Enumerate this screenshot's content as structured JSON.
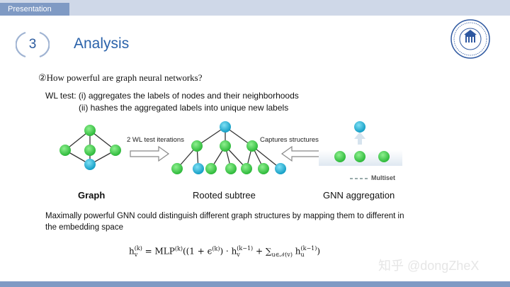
{
  "header": {
    "tab": "Presentation"
  },
  "section": {
    "number": "3",
    "title": "Analysis"
  },
  "question": "②How powerful are graph neural networks?",
  "wl_test": {
    "line1": "WL test: (i) aggregates the labels of nodes and their neighborhoods",
    "line2": "(ii) hashes the aggregated labels into unique new labels"
  },
  "diagram": {
    "arrow_left_label": "2 WL test iterations",
    "arrow_right_label": "Captures structures",
    "multiset_label": "Multiset",
    "captions": {
      "graph": "Graph",
      "rooted": "Rooted subtree",
      "gnn": "GNN aggregation"
    },
    "colors": {
      "green": "#3cc84a",
      "cyan": "#1fb1d6",
      "edge": "#333333"
    }
  },
  "description": {
    "line1": "Maximally powerful GNN could distinguish different graph structures by mapping them to different in",
    "line2": "the embedding space"
  },
  "formula": {
    "h": "h",
    "v": "v",
    "k": "(k)",
    "eq": " = MLP",
    "open": "((1 + ϵ",
    "mid": ") · h",
    "km1": "(k−1)",
    "plus": " + ∑",
    "sumsub": "u∈𝒩(v)",
    "hu": " h",
    "u": "u",
    "close": ")"
  },
  "watermark": "知乎 @dongZheX",
  "colors": {
    "accent": "#2a62aa",
    "bar": "#7f9ac4",
    "bar_light": "#cfd8e8"
  }
}
